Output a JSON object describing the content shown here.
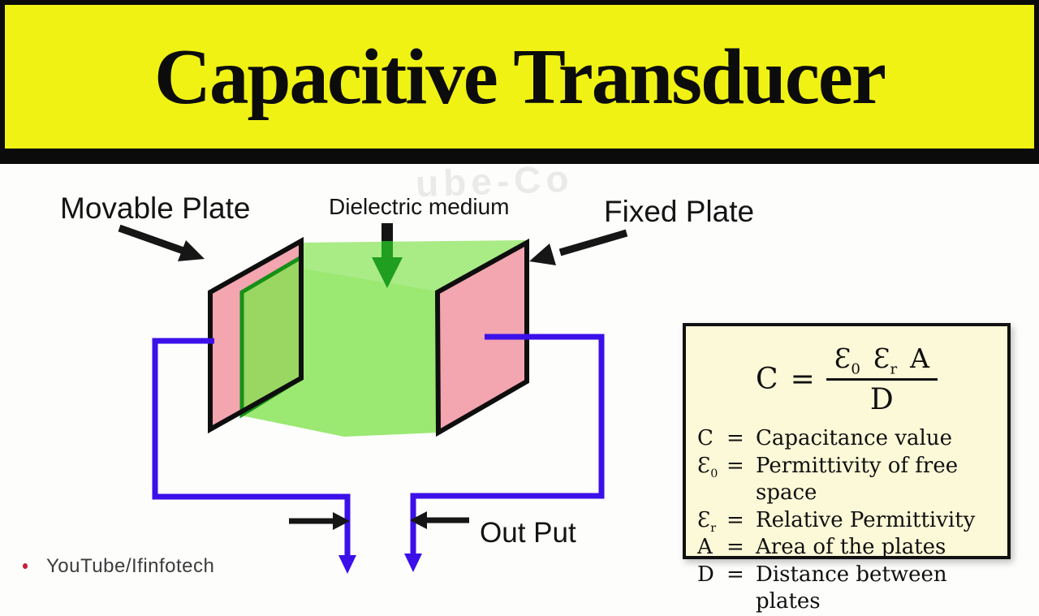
{
  "colors": {
    "banner_yellow": "#f0f213",
    "banner_border": "#0b0b0b",
    "plate_pink": "#f3a5b0",
    "plate_outline": "#0e0e0e",
    "dielectric_green": "#82e24f",
    "dielectric_edge_green": "#169016",
    "dielectric_arrow_green": "#1f9e1f",
    "wire_blue": "#3b10e9",
    "arrow_black": "#161616",
    "formula_box_bg": "#fbf9d7",
    "formula_box_border": "#111111",
    "watermark_gray": "#3c3c3c",
    "watermark_dot_red": "#c51f39"
  },
  "header": {
    "title": "Capacitive Transducer"
  },
  "diagram": {
    "labels": {
      "movable_plate": "Movable Plate",
      "dielectric_medium": "Dielectric medium",
      "fixed_plate": "Fixed Plate",
      "output": "Out Put"
    }
  },
  "formula_box": {
    "formula": {
      "lhs": "C",
      "eq": "=",
      "numerator": [
        {
          "base": "Ɛ",
          "sub": "0"
        },
        {
          "base": "Ɛ",
          "sub": "r"
        },
        {
          "base": "A",
          "sub": ""
        }
      ],
      "denominator": "D"
    },
    "legend": [
      {
        "symbol": "C",
        "sub": "",
        "eq": "=",
        "desc": "Capacitance value"
      },
      {
        "symbol": "Ɛ",
        "sub": "0",
        "eq": "=",
        "desc": "Permittivity of free space"
      },
      {
        "symbol": "Ɛ",
        "sub": "r",
        "eq": "=",
        "desc": "Relative Permittivity"
      },
      {
        "symbol": "A",
        "sub": "",
        "eq": "=",
        "desc": "Area of the plates"
      },
      {
        "symbol": "D",
        "sub": "",
        "eq": "=",
        "desc": "Distance between plates"
      }
    ]
  },
  "watermark": {
    "text": "YouTube/Ifinfotech",
    "ghost_fragment": "ube-Co"
  }
}
